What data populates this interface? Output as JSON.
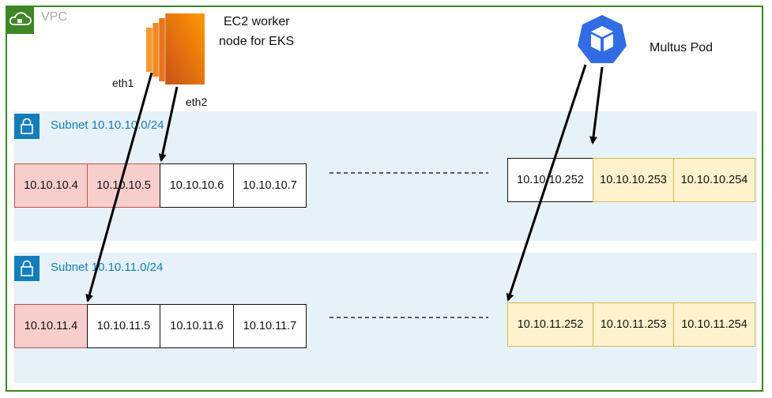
{
  "vpc": {
    "label": "VPC"
  },
  "ec2": {
    "line1": "EC2 worker",
    "line2": "node for EKS",
    "eth1": "eth1",
    "eth2": "eth2"
  },
  "multus": {
    "label": "Multus Pod"
  },
  "subnets": [
    {
      "label": "Subnet 10.10.10.0/24",
      "left_cells": [
        "10.10.10.4",
        "10.10.10.5",
        "10.10.10.6",
        "10.10.10.7"
      ],
      "right_cells": [
        "10.10.10.252",
        "10.10.10.253",
        "10.10.10.254"
      ]
    },
    {
      "label": "Subnet 10.10.11.0/24",
      "left_cells": [
        "10.10.11.4",
        "10.10.11.5",
        "10.10.11.6",
        "10.10.11.7"
      ],
      "right_cells": [
        "10.10.11.252",
        "10.10.11.253",
        "10.10.11.254"
      ]
    }
  ],
  "colors": {
    "vpc": "#3f8624",
    "subnet": "#147eba",
    "subnet_bg": "#e6f2f8",
    "ec2": "#ed7100",
    "k8s": "#326ce5",
    "highlight_red": "#f8cecc",
    "highlight_yellow": "#fff2cc"
  }
}
